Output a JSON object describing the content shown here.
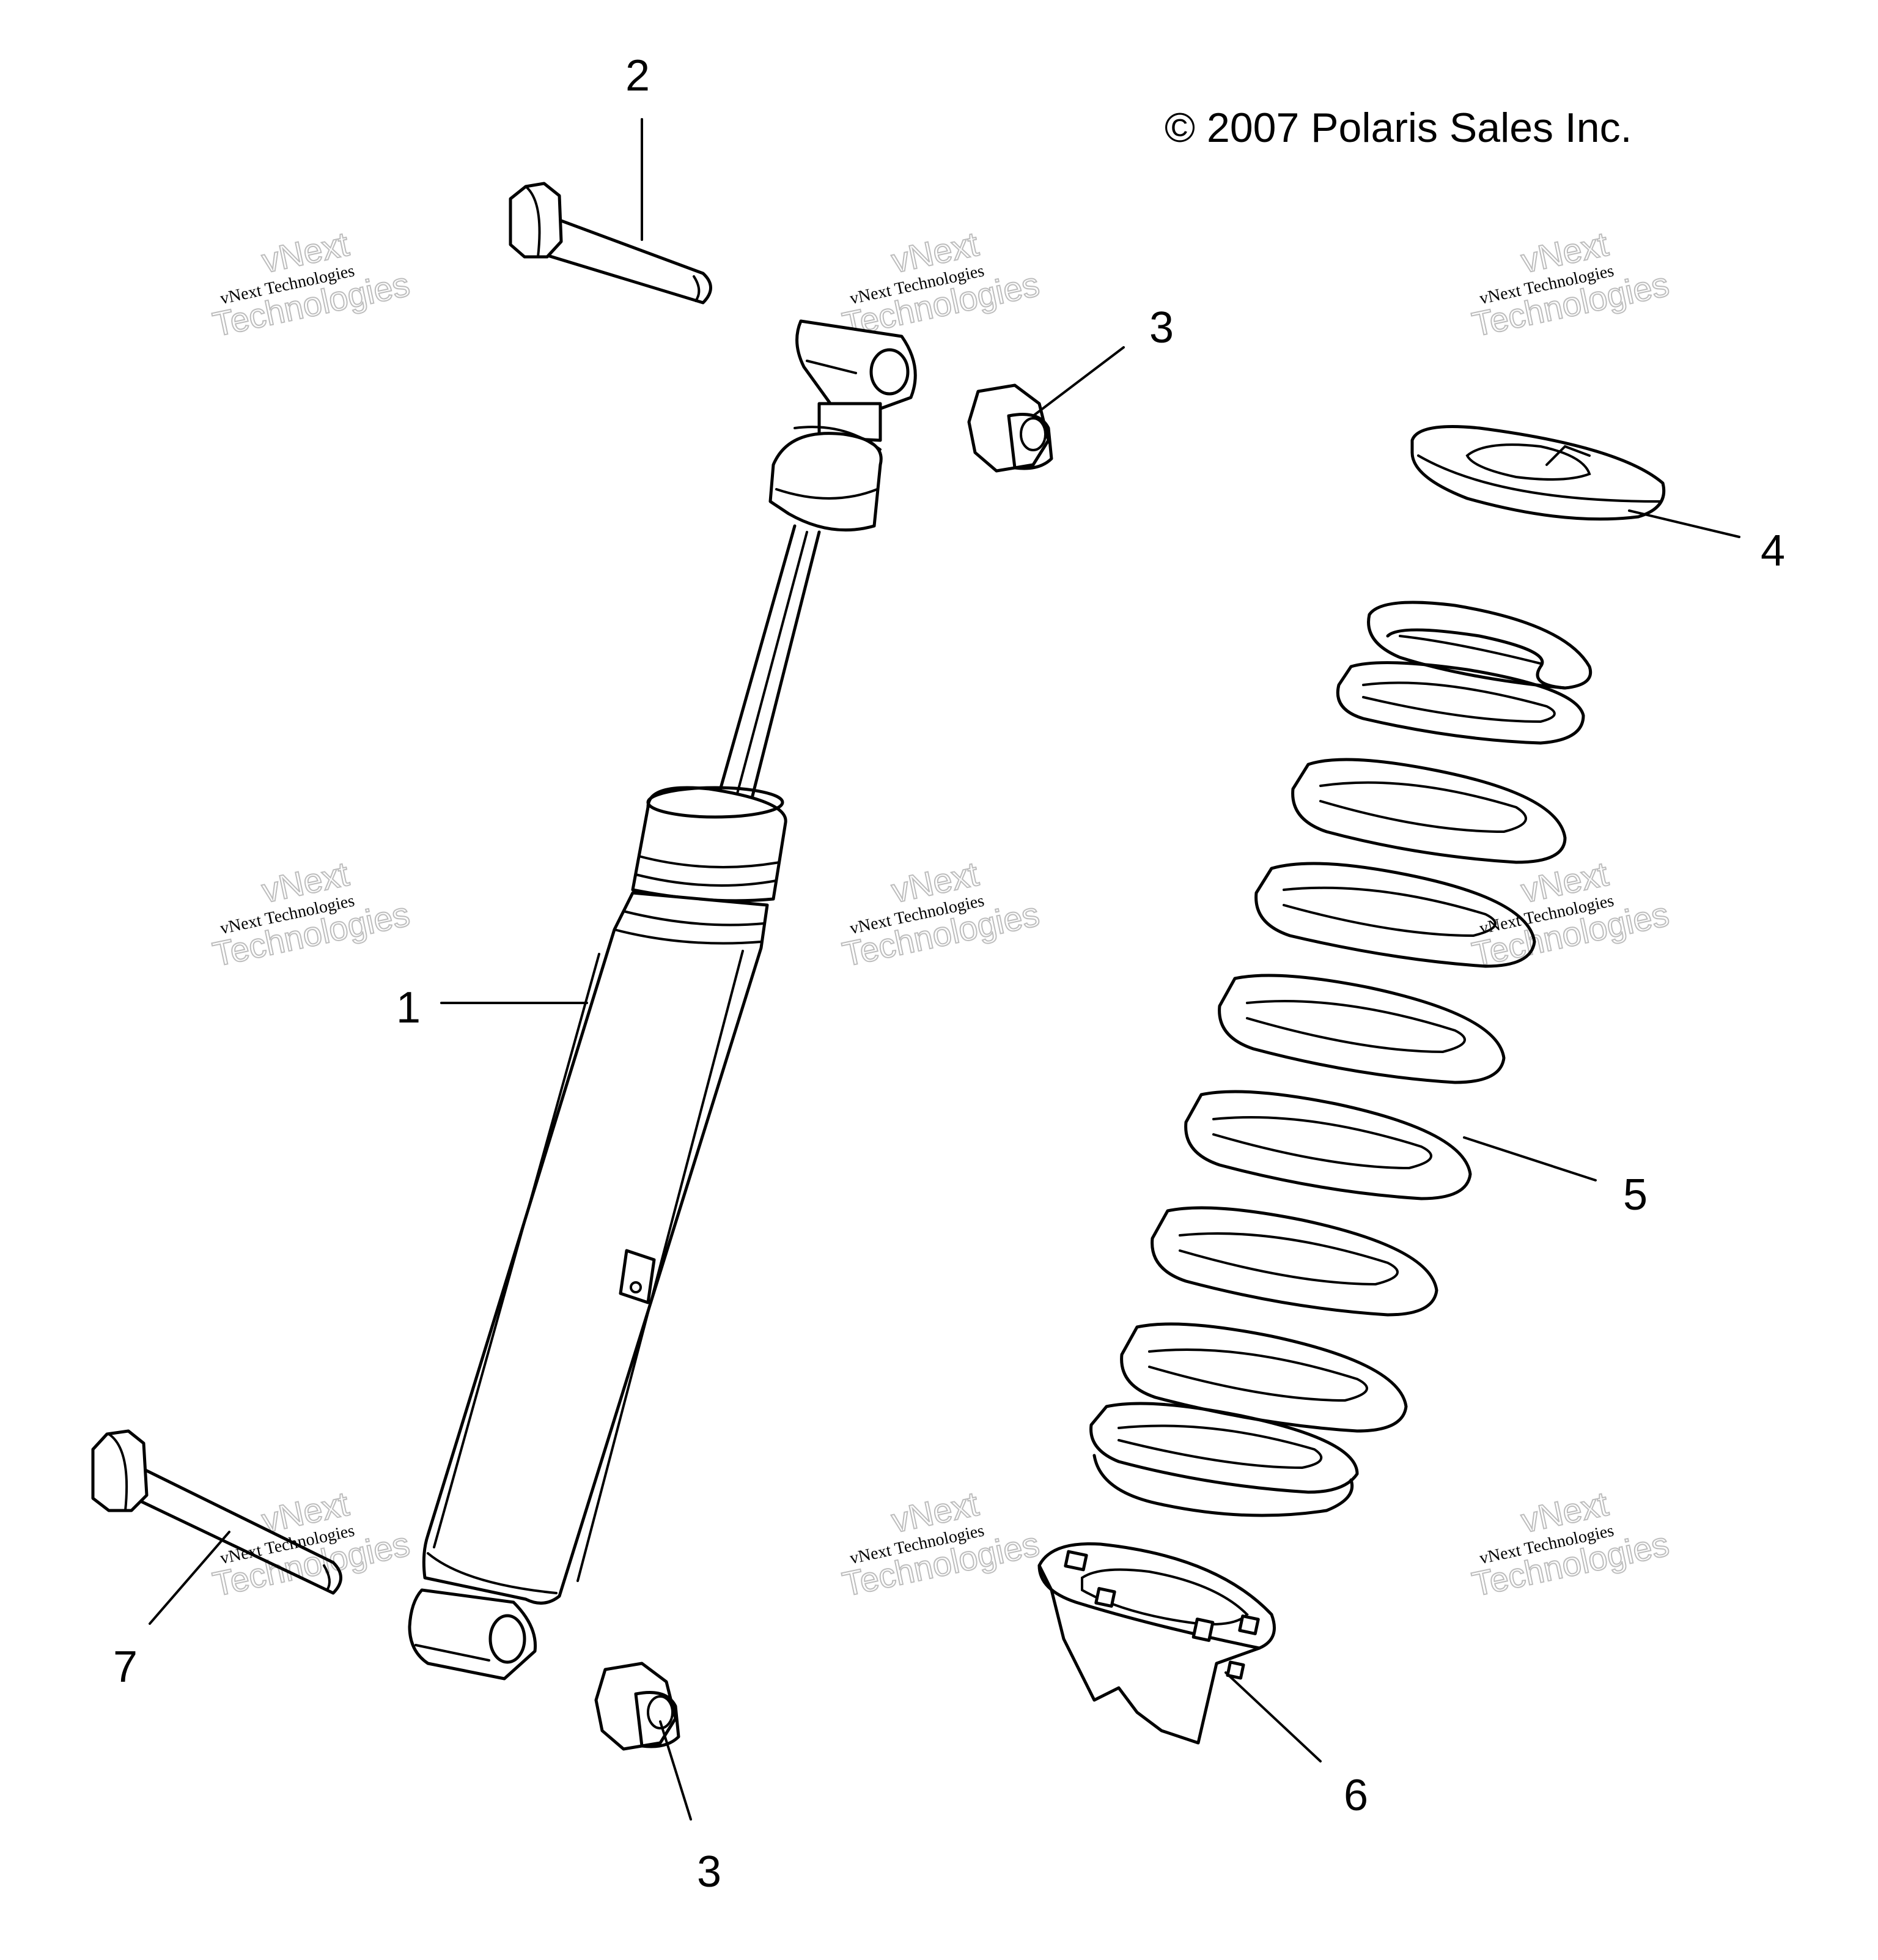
{
  "copyright": "© 2007 Polaris Sales Inc.",
  "watermark": {
    "line_small": "vNext Technologies",
    "word_top": "vNext",
    "word_bottom": "Technologies"
  },
  "callouts": {
    "shock": "1",
    "upper_bolt": "2",
    "nut_upper": "3",
    "nut_lower": "3",
    "upper_spring_retainer": "4",
    "spring": "5",
    "lower_spring_retainer": "6",
    "lower_bolt": "7"
  }
}
